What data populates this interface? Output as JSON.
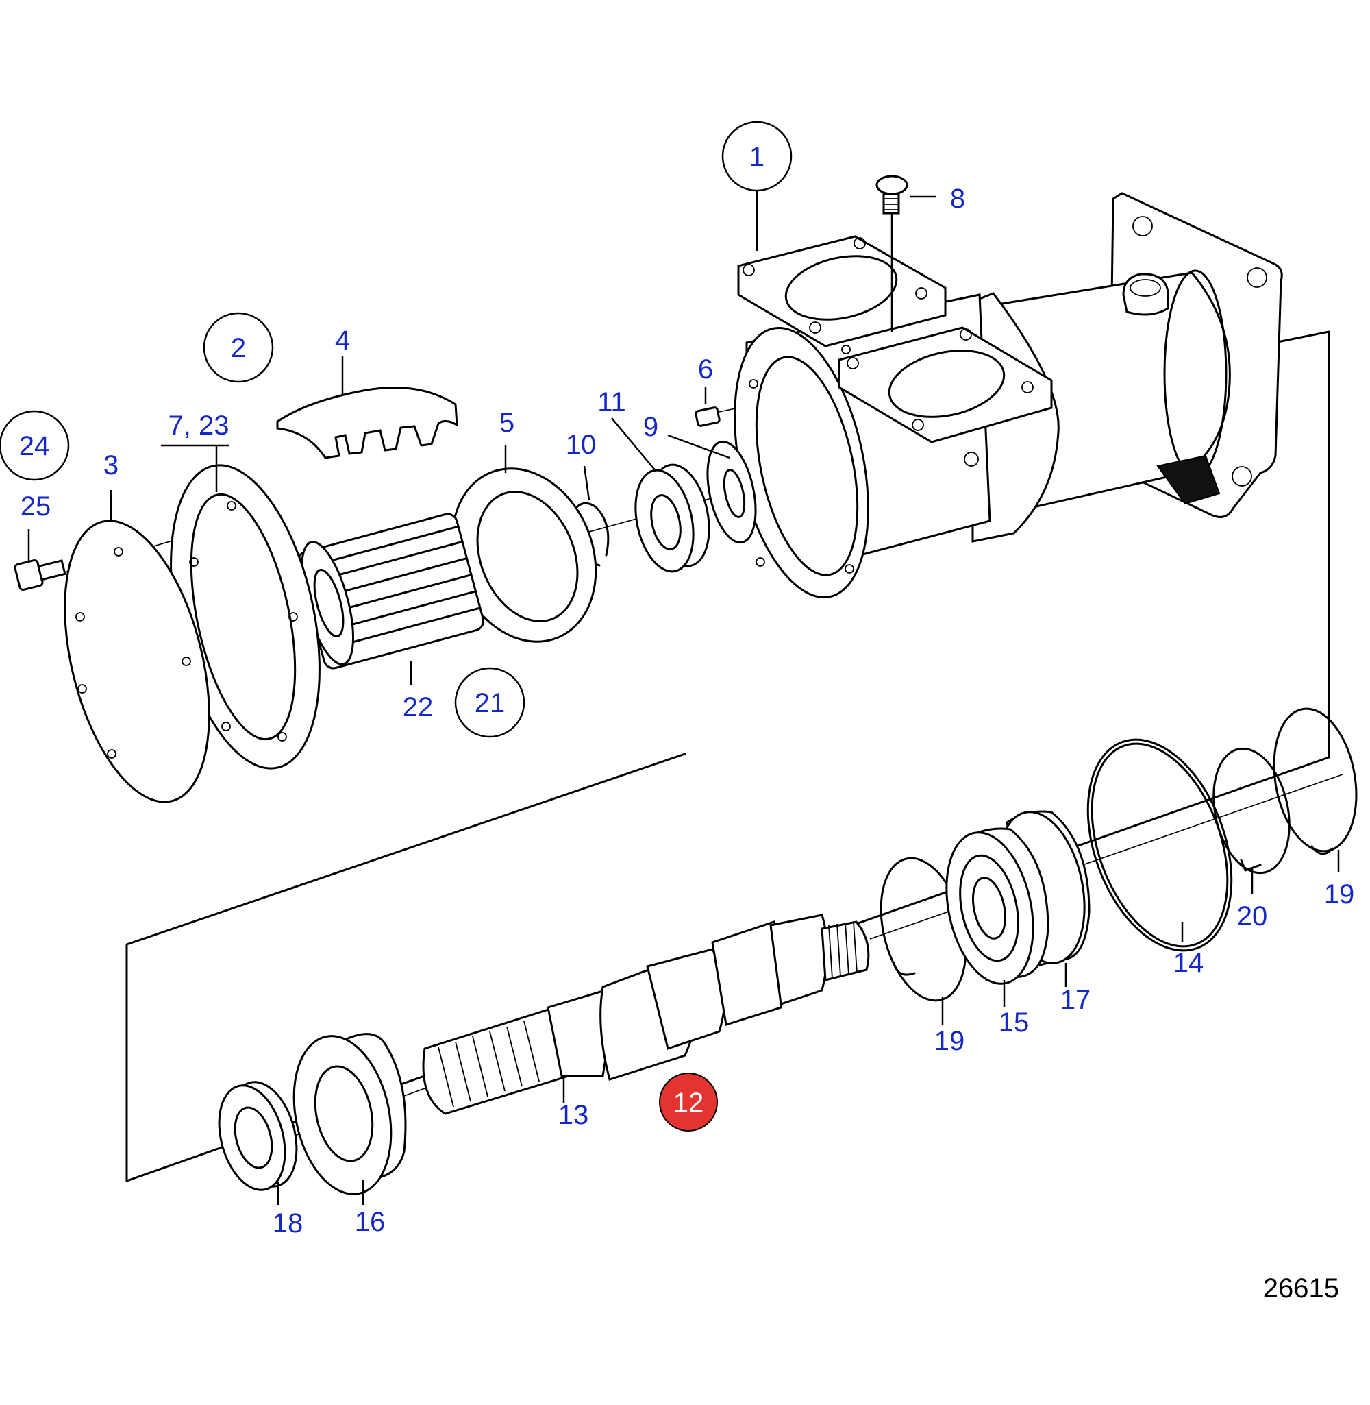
{
  "diagram": {
    "drawing_number": "26615",
    "part_labels": [
      "1",
      "2",
      "3",
      "4",
      "5",
      "6",
      "7, 23",
      "8",
      "9",
      "10",
      "11",
      "12",
      "13",
      "14",
      "15",
      "16",
      "17",
      "18",
      "19",
      "19",
      "20",
      "21",
      "22",
      "24",
      "25"
    ],
    "callouts": {
      "p1": "1",
      "p2": "2",
      "p3": "3",
      "p4": "4",
      "p5": "5",
      "p6": "6",
      "p7_23": "7, 23",
      "p8": "8",
      "p9": "9",
      "p10": "10",
      "p11": "11",
      "p12": "12",
      "p13": "13",
      "p14": "14",
      "p15": "15",
      "p16": "16",
      "p17": "17",
      "p18": "18",
      "p19a": "19",
      "p19b": "19",
      "p20": "20",
      "p21": "21",
      "p22": "22",
      "p24": "24",
      "p25": "25"
    },
    "circled_labels": [
      "1",
      "2",
      "21",
      "24"
    ],
    "highlighted_label": "12",
    "colors": {
      "label": "#1428c8",
      "highlight": "#e3342f",
      "line": "#000000"
    }
  }
}
